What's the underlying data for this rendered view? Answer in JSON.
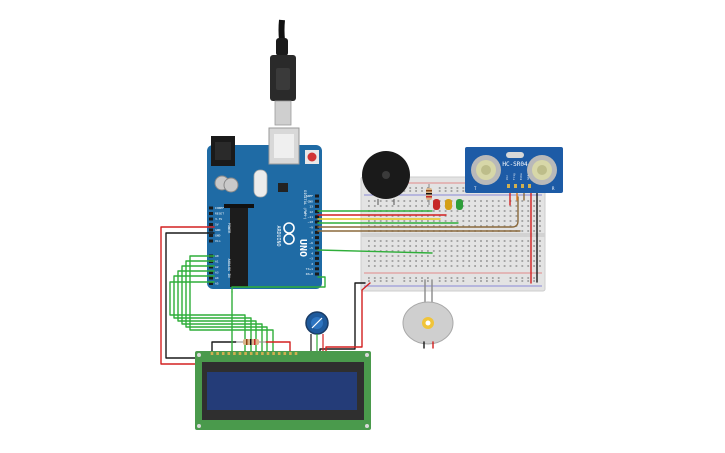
{
  "board": {
    "brand": "ARDUINO",
    "model": "UNO",
    "label_power": "POWER",
    "label_analog": "ANALOG IN",
    "label_digital": "DIGITAL (PWM~)",
    "power_pins": [
      "IOREF",
      "RESET",
      "3.3V",
      "5V",
      "GND",
      "GND",
      "Vin"
    ],
    "analog_pins": [
      "A0",
      "A1",
      "A2",
      "A3",
      "A4",
      "A5"
    ],
    "digital_pins": [
      "AREF",
      "GND",
      "13",
      "12",
      "~11",
      "~10",
      "~9",
      "8",
      "7",
      "~6",
      "~5",
      "4",
      "~3",
      "2",
      "TX→1",
      "RX←0"
    ]
  },
  "sensor": {
    "label": "HC-SR04",
    "pins": [
      "Vcc",
      "Trig",
      "Echo",
      "Gnd"
    ],
    "left_mark": "T",
    "right_mark": "R"
  },
  "lcd": {
    "pin_count": 16
  },
  "leds": {
    "colors": [
      "#c62828",
      "#d4a017",
      "#2e9e3a"
    ]
  },
  "wire_colors": {
    "green": "#2fae3a",
    "red": "#d32020",
    "black": "#1a1a1a",
    "yellow": "#e8c51c",
    "brown": "#8b6a3c",
    "orange": "#e07a1a"
  },
  "colors": {
    "arduino_blue": "#1f6ba5",
    "sensor_blue": "#1d5ba6",
    "lcd_green": "#4a9a4c",
    "lcd_screen": "#243c78"
  }
}
